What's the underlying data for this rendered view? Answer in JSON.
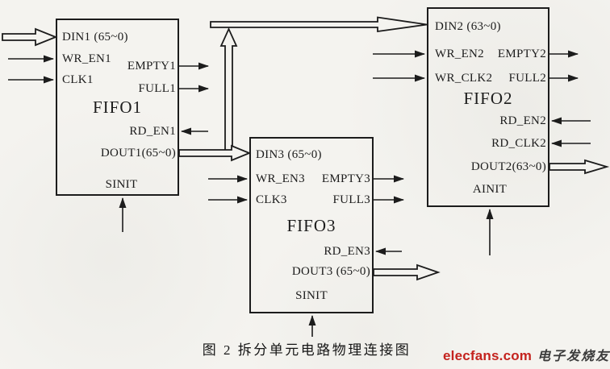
{
  "page": {
    "caption": "图 2 拆分单元电路物理连接图",
    "watermark": {
      "logo": "elecfans.com",
      "text": "电子发烧友",
      "logo_color": "#c4231e"
    },
    "line_color": "#1c1c1c",
    "background_color": "#f4f3ef"
  },
  "fifo1": {
    "title": "FIFO1",
    "din": "DIN1 (65~0)",
    "wr_en": "WR_EN1",
    "clk": "CLK1",
    "empty": "EMPTY1",
    "full": "FULL1",
    "rd_en": "RD_EN1",
    "dout": "DOUT1(65~0)",
    "init": "SINIT"
  },
  "fifo2": {
    "title": "FIFO2",
    "din": "DIN2 (63~0)",
    "wr_en": "WR_EN2",
    "wr_clk": "WR_CLK2",
    "empty": "EMPTY2",
    "full": "FULL2",
    "rd_en": "RD_EN2",
    "rd_clk": "RD_CLK2",
    "dout": "DOUT2(63~0)",
    "init": "AINIT"
  },
  "fifo3": {
    "title": "FIFO3",
    "din": "DIN3 (65~0)",
    "wr_en": "WR_EN3",
    "clk": "CLK3",
    "empty": "EMPTY3",
    "full": "FULL3",
    "rd_en": "RD_EN3",
    "dout": "DOUT3 (65~0)",
    "init": "SINIT"
  }
}
